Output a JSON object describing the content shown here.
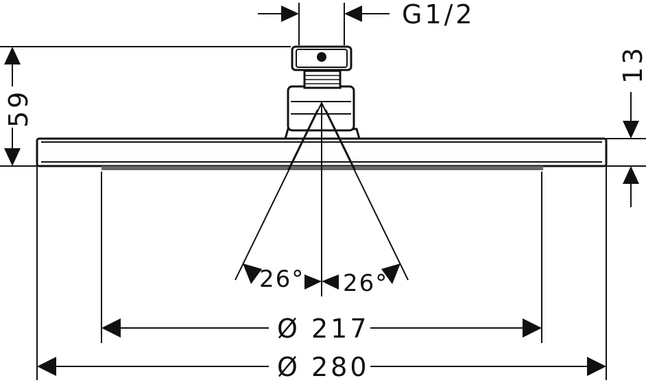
{
  "dimensions": {
    "thread": "G1/2",
    "height_total": "59",
    "plate_thickness": "13",
    "angle_left": "26°",
    "angle_right": "26°",
    "spray_diameter": "Ø 217",
    "outer_diameter": "Ø 280"
  }
}
